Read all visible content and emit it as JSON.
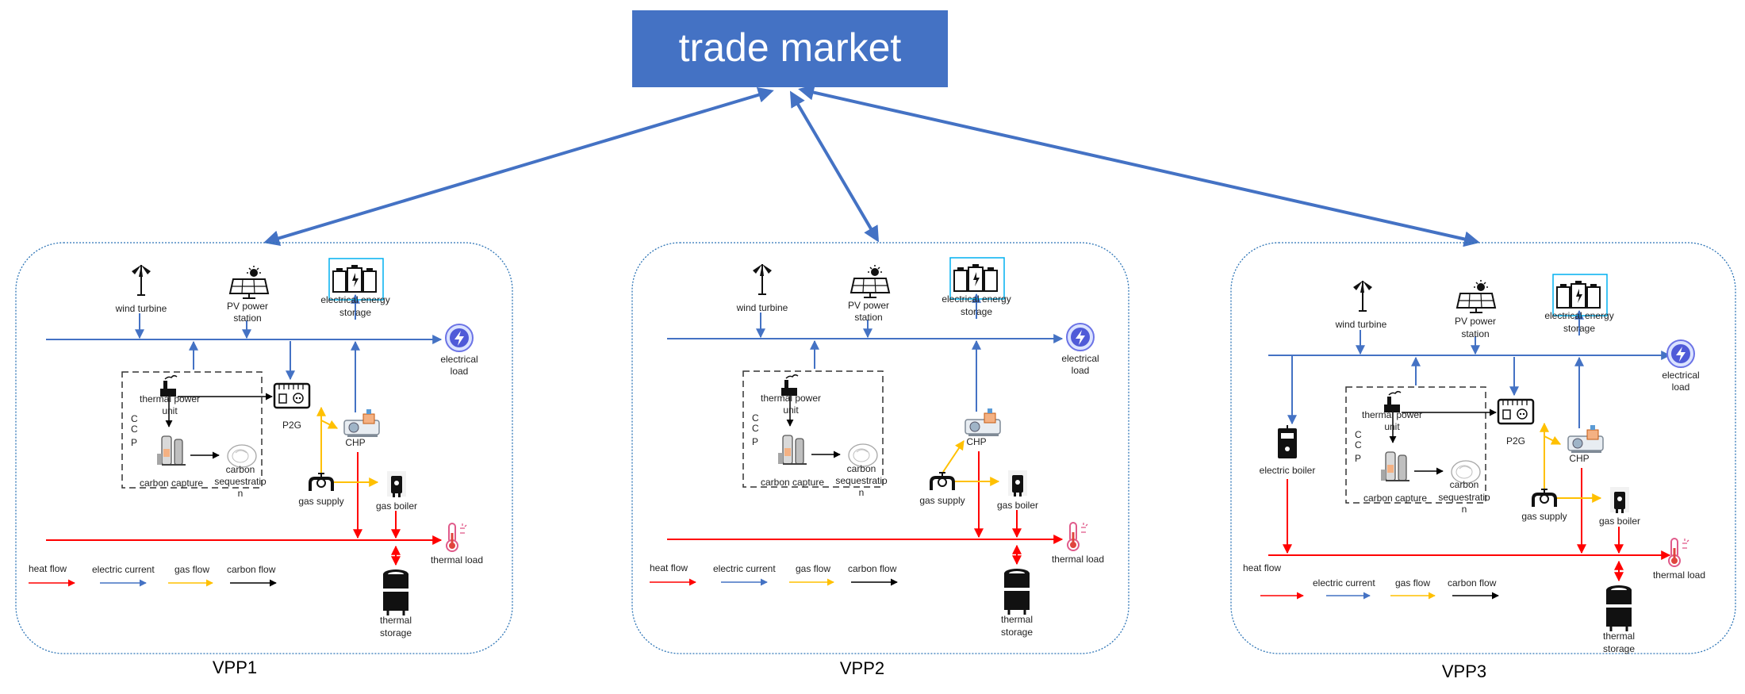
{
  "market": {
    "label": "trade market"
  },
  "legend": {
    "heat": "heat flow",
    "electric": "electric current",
    "gas": "gas flow",
    "carbon": "carbon flow"
  },
  "colors": {
    "electric": "#4472c4",
    "heat": "#ff0000",
    "gas": "#ffc000",
    "carbon": "#000000",
    "market_fill": "#4472c4",
    "box_border": "#2e75b6"
  },
  "labels": {
    "wind": "wind turbine",
    "pv": [
      "PV power",
      "station"
    ],
    "ees": [
      "electrical energy",
      "storage"
    ],
    "eload": [
      "electrical",
      "load"
    ],
    "tpu": [
      "thermal power",
      "unit"
    ],
    "p2g": "P2G",
    "chp": "CHP",
    "capture": "carbon capture",
    "seq": [
      "carbon",
      "sequestratio",
      "n"
    ],
    "gas_supply": "gas supply",
    "gas_boiler": "gas boiler",
    "thermal_load": "thermal load",
    "thermal_storage": [
      "thermal",
      "storage"
    ],
    "electric_boiler": "electric boiler",
    "ccp": [
      "C",
      "C",
      "P"
    ]
  },
  "vpps": [
    {
      "name": "VPP1"
    },
    {
      "name": "VPP2"
    },
    {
      "name": "VPP3"
    }
  ]
}
